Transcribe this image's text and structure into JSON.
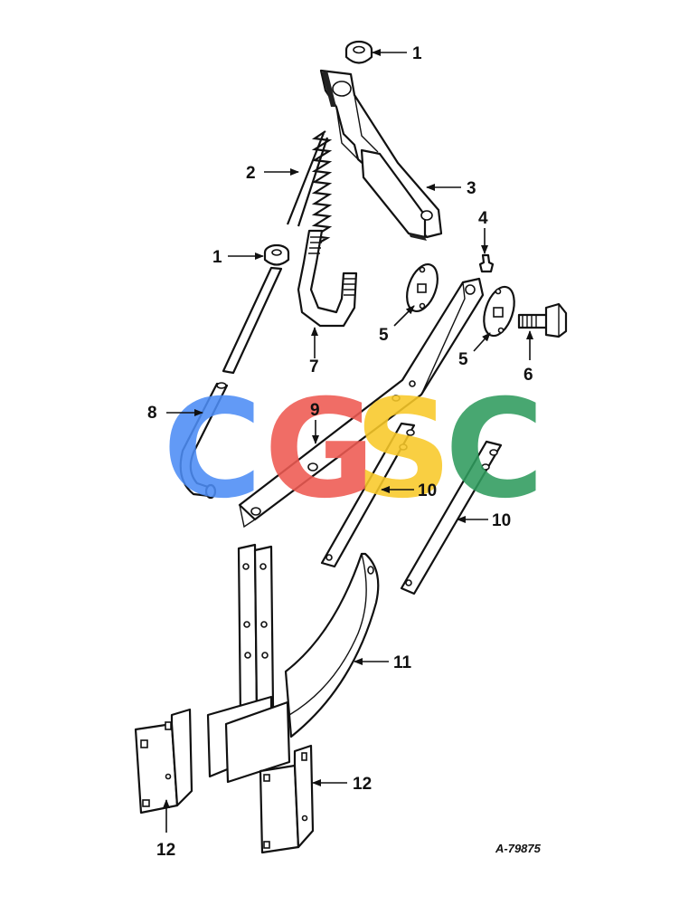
{
  "figure_id": "A-79875",
  "watermark": {
    "letters": [
      "C",
      "G",
      "S",
      "C"
    ],
    "colors": [
      "#4d8df5",
      "#ee5a52",
      "#f9c928",
      "#2f9c5e"
    ]
  },
  "callouts": [
    {
      "id": "c1a",
      "label": "1"
    },
    {
      "id": "c1b",
      "label": "1"
    },
    {
      "id": "c2",
      "label": "2"
    },
    {
      "id": "c3",
      "label": "3"
    },
    {
      "id": "c4",
      "label": "4"
    },
    {
      "id": "c5a",
      "label": "5"
    },
    {
      "id": "c5b",
      "label": "5"
    },
    {
      "id": "c6",
      "label": "6"
    },
    {
      "id": "c7",
      "label": "7"
    },
    {
      "id": "c8",
      "label": "8"
    },
    {
      "id": "c9",
      "label": "9"
    },
    {
      "id": "c10a",
      "label": "10"
    },
    {
      "id": "c10b",
      "label": "10"
    },
    {
      "id": "c11",
      "label": "11"
    },
    {
      "id": "c12a",
      "label": "12"
    },
    {
      "id": "c12b",
      "label": "12"
    }
  ]
}
